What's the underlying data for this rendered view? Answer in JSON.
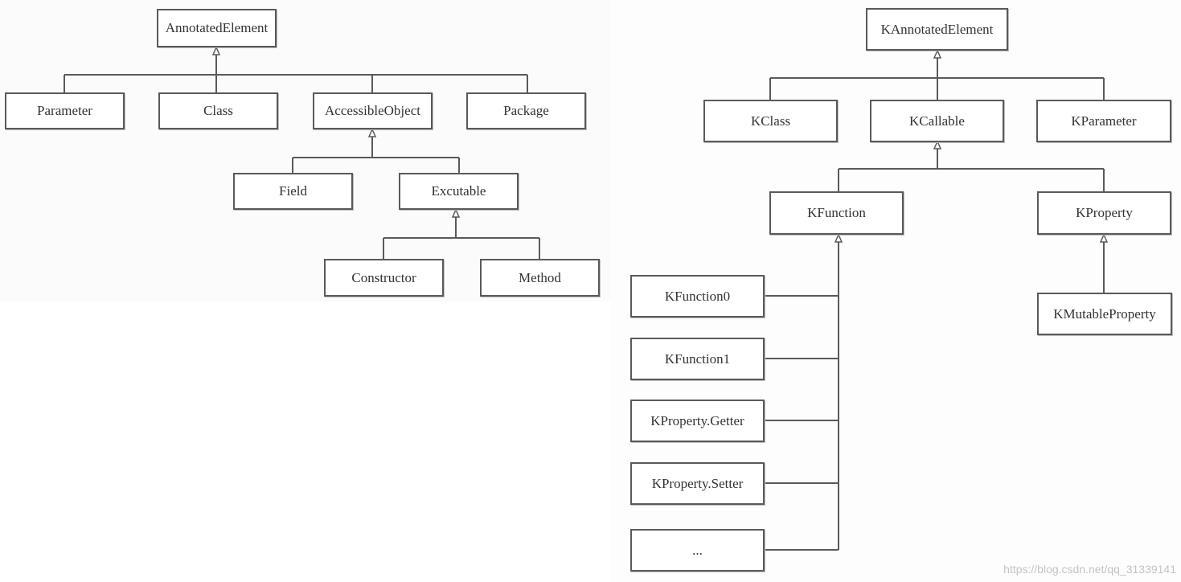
{
  "java_hierarchy": {
    "annotated_element": "AnnotatedElement",
    "parameter": "Parameter",
    "class": "Class",
    "accessible_object": "AccessibleObject",
    "package": "Package",
    "field": "Field",
    "executable": "Excutable",
    "constructor": "Constructor",
    "method": "Method"
  },
  "kotlin_hierarchy": {
    "k_annotated_element": "KAnnotatedElement",
    "k_class": "KClass",
    "k_callable": "KCallable",
    "k_parameter": "KParameter",
    "k_function": "KFunction",
    "k_property": "KProperty",
    "k_mutable_property": "KMutableProperty",
    "k_function0": "KFunction0",
    "k_function1": "KFunction1",
    "k_property_getter": "KProperty.Getter",
    "k_property_setter": "KProperty.Setter",
    "more": "..."
  },
  "watermark": "https://blog.csdn.net/qq_31339141",
  "colors": {
    "line": "#5a5a5a",
    "box_border": "#5a5a5a",
    "text": "#333333"
  }
}
